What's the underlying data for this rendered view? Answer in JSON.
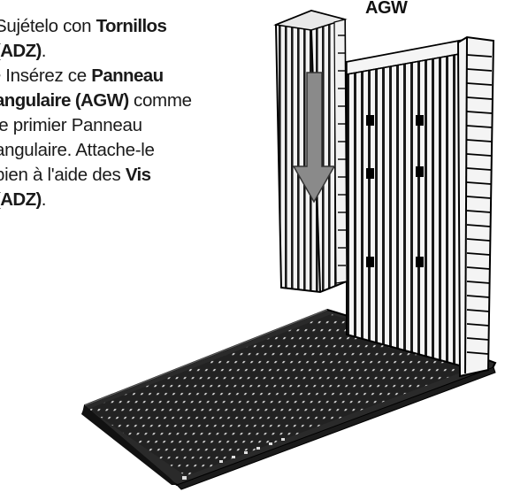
{
  "instructions": {
    "spanish_line1": "Sujételo con ",
    "spanish_tornillos": "Tornillos",
    "spanish_adz": "(ADZ)",
    "spanish_period": ".",
    "french_bullet": "• Insérez ce ",
    "french_panneau": "Panneau",
    "french_angulaire_agw": "angulaire (AGW)",
    "french_comme": " comme",
    "french_line4": "le primier Panneau",
    "french_line5": "angulaire. Attache-le",
    "french_line6": "bien à l'aide des ",
    "french_vis": "Vis",
    "french_adz": "(ADZ)",
    "french_period": "."
  },
  "diagram": {
    "part_label": "AGW"
  }
}
